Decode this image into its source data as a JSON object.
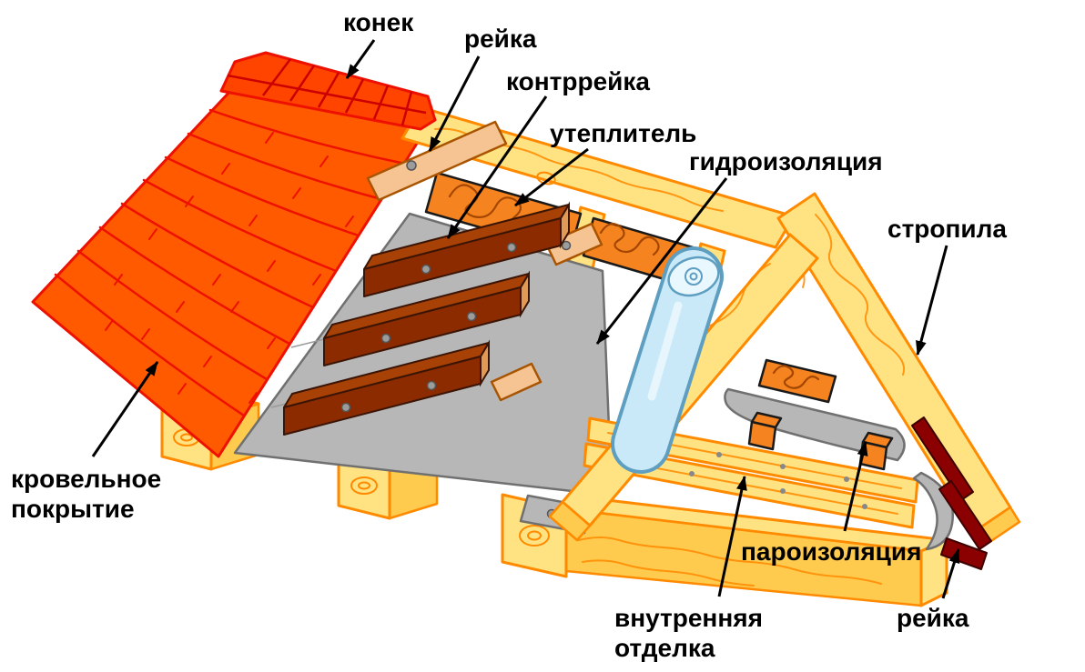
{
  "diagram": {
    "type": "roof-construction-cutaway",
    "labels": {
      "ridge": "конек",
      "batten_top": "рейка",
      "counter_batten": "контррейка",
      "insulation": "утеплитель",
      "waterproofing": "гидроизоляция",
      "rafters": "стропила",
      "roof_covering": "кровельное\nпокрытие",
      "vapor_barrier": "пароизоляция",
      "interior_finish": "внутренняя\nотделка",
      "batten_bottom": "рейка"
    },
    "colors": {
      "background": "#FFFFFF",
      "label_color": "#000000",
      "roof_tile": "#FF5A00",
      "tile_outline": "#EE1100",
      "ridge_cap": "#FF4400",
      "wood_light": "#FFE382",
      "wood_side": "#FFCB4F",
      "wood_outline": "#FF8A00",
      "batten_dark": "#8C2B00",
      "batten_top": "#A84106",
      "batten_outline": "#3A1404",
      "batten_end": "#E09A55",
      "strip_tan": "#F6C392",
      "strip_outline": "#A85400",
      "membrane_gray": "#B7B7B7",
      "membrane_outline": "#707070",
      "insulation_fill": "#F5831F",
      "insulation_scribble": "#A34700",
      "film_blue": "#C9E9F8",
      "film_blue_outline": "#5E9EC0",
      "batten_red": "#8B0000",
      "screw_gray": "#9C9C9C"
    }
  }
}
